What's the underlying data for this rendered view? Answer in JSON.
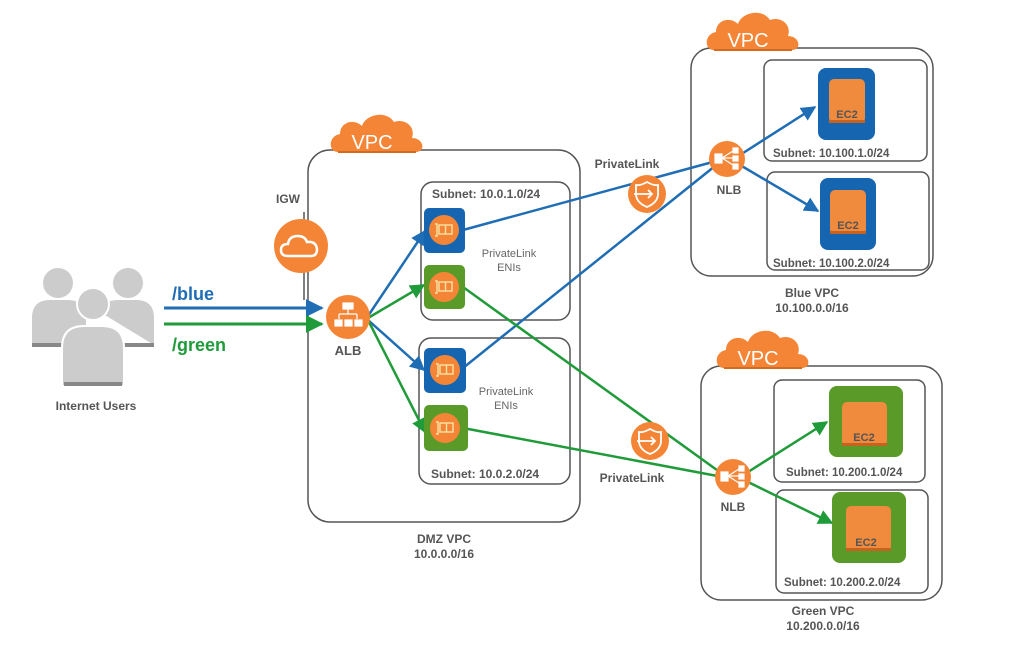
{
  "colors": {
    "blue_path": "#1f6db5",
    "green_path": "#1f9b3a",
    "aws_orange": "#f58536",
    "blue_tile": "#1565b0",
    "green_tile": "#5a9a28",
    "ec2_orange": "#f08a3c",
    "border_gray": "#555555",
    "text_gray": "#555555",
    "users_gray": "#cccccc"
  },
  "users": {
    "label": "Internet Users"
  },
  "routes": {
    "blue": "/blue",
    "green": "/green"
  },
  "igw": {
    "label": "IGW"
  },
  "alb": {
    "label": "ALB"
  },
  "dmz_vpc": {
    "badge": "VPC",
    "name": "DMZ VPC",
    "cidr": "10.0.0.0/16",
    "subnets": [
      {
        "label": "Subnet: 10.0.1.0/24",
        "eni_label_1": "PrivateLink",
        "eni_label_2": "ENIs"
      },
      {
        "label": "Subnet: 10.0.2.0/24",
        "eni_label_1": "PrivateLink",
        "eni_label_2": "ENIs"
      }
    ]
  },
  "privatelink_blue": {
    "label": "PrivateLink"
  },
  "privatelink_green": {
    "label": "PrivateLink"
  },
  "blue_vpc": {
    "badge": "VPC",
    "name": "Blue VPC",
    "cidr": "10.100.0.0/16",
    "nlb_label": "NLB",
    "subnets": [
      {
        "label": "Subnet: 10.100.1.0/24",
        "instance": "EC2"
      },
      {
        "label": "Subnet: 10.100.2.0/24",
        "instance": "EC2"
      }
    ]
  },
  "green_vpc": {
    "badge": "VPC",
    "name": "Green VPC",
    "cidr": "10.200.0.0/16",
    "nlb_label": "NLB",
    "subnets": [
      {
        "label": "Subnet: 10.200.1.0/24",
        "instance": "EC2"
      },
      {
        "label": "Subnet: 10.200.2.0/24",
        "instance": "EC2"
      }
    ]
  }
}
